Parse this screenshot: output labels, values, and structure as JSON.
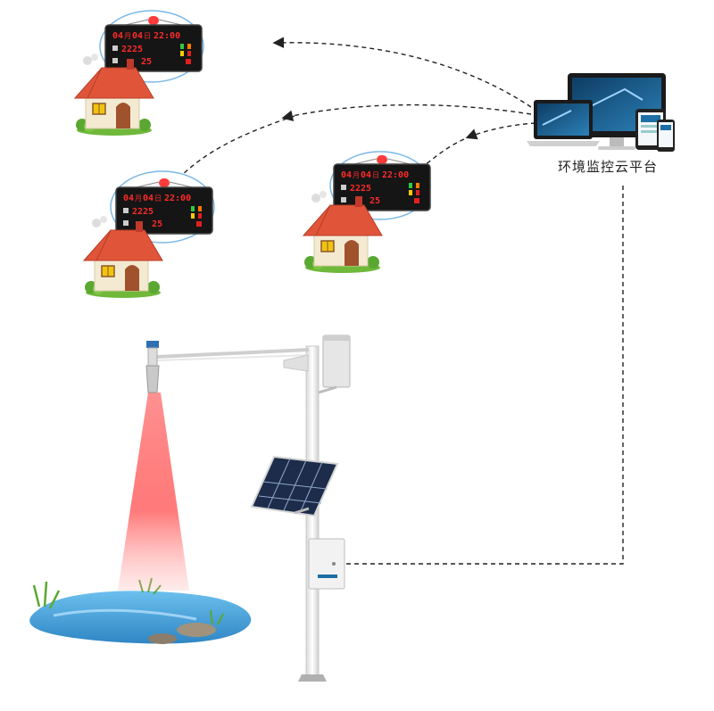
{
  "platform": {
    "label": "环境监控云平台",
    "accent": "#1d6fa5"
  },
  "display": {
    "month_value": "04",
    "month_unit": "月",
    "day_value": "04",
    "day_unit": "日",
    "time": "22:00",
    "reading_main": "2225",
    "reading_secondary": "25",
    "led_color": "#ff2a2a",
    "panel_color": "#151515"
  },
  "sensor_box_label": "",
  "colors": {
    "link_line": "#222222",
    "radar_beam": "#ff5a5a",
    "water": "#4aa3d8",
    "roof": "#e0553a",
    "wall": "#f4ead2"
  }
}
